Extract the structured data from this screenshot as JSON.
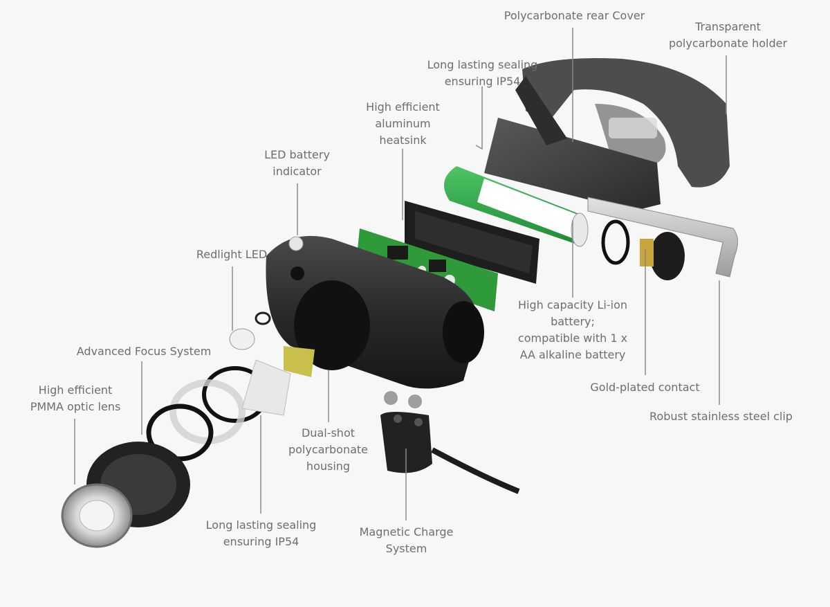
{
  "labels": {
    "polycarbonate_rear_cover": "Polycarbonate rear Cover",
    "transparent_holder": "Transparent\npolycarbonate holder",
    "sealing_top": "Long lasting sealing\nensuring IP54",
    "heatsink": "High efficient\naluminum\nheatsink",
    "led_battery_indicator": "LED battery\nindicator",
    "redlight_led": "Redlight LED",
    "advanced_focus": "Advanced Focus System",
    "optic_lens": "High efficient\nPMMA optic lens",
    "battery": "High capacity Li-ion\nbattery;\ncompatible with 1 x\nAA alkaline battery",
    "gold_contact": "Gold-plated contact",
    "steel_clip": "Robust stainless steel clip",
    "housing": "Dual-shot\npolycarbonate\nhousing",
    "sealing_bottom": "Long lasting sealing\nensuring IP54",
    "magnetic_charge": "Magnetic Charge\nSystem"
  },
  "colors": {
    "label_text": "#6e6e6e",
    "leader_line": "#8a8a8a",
    "housing": "#2b2b2b",
    "pcb": "#2f9a3a",
    "battery_green": "#2fa84a",
    "clip_steel": "#c9c9c9",
    "background": "#f7f7f7"
  }
}
